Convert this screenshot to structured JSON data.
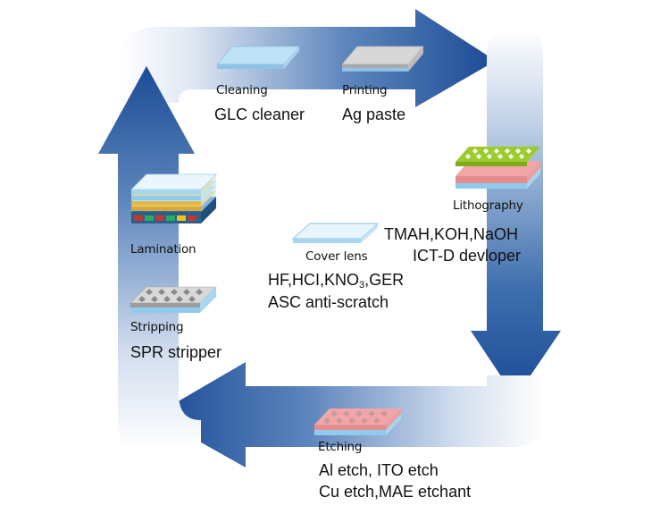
{
  "steps": {
    "cleaning": {
      "name": "Cleaning",
      "chemicals": [
        "GLC cleaner"
      ]
    },
    "printing": {
      "name": "Printing",
      "chemicals": [
        "Ag paste"
      ]
    },
    "lithography": {
      "name": "Lithography",
      "chemicals": [
        "TMAH,KOH,NaOH",
        "ICT-D devloper"
      ]
    },
    "etching": {
      "name": "Etching",
      "chemicals": [
        "Al etch, ITO etch",
        "Cu etch,MAE etchant"
      ]
    },
    "stripping": {
      "name": "Stripping",
      "chemicals": [
        "SPR stripper"
      ]
    },
    "lamination": {
      "name": "Lamination"
    },
    "cover_lens": {
      "name": "Cover lens",
      "chemicals_line1": {
        "before_sub": "HF,HCI,KNO",
        "subscript": "3",
        "after_sub": ",GER"
      },
      "chemicals_line2": "ASC anti-scratch"
    }
  },
  "colors": {
    "arrow_dark": "#1b4b95",
    "arrow_light": "#ffffff",
    "glass": "#bfe3f6",
    "photoresist_green": "#9ccb2c",
    "film_pink": "#f2a6a8",
    "substrate_blue": "#8fcbed"
  }
}
